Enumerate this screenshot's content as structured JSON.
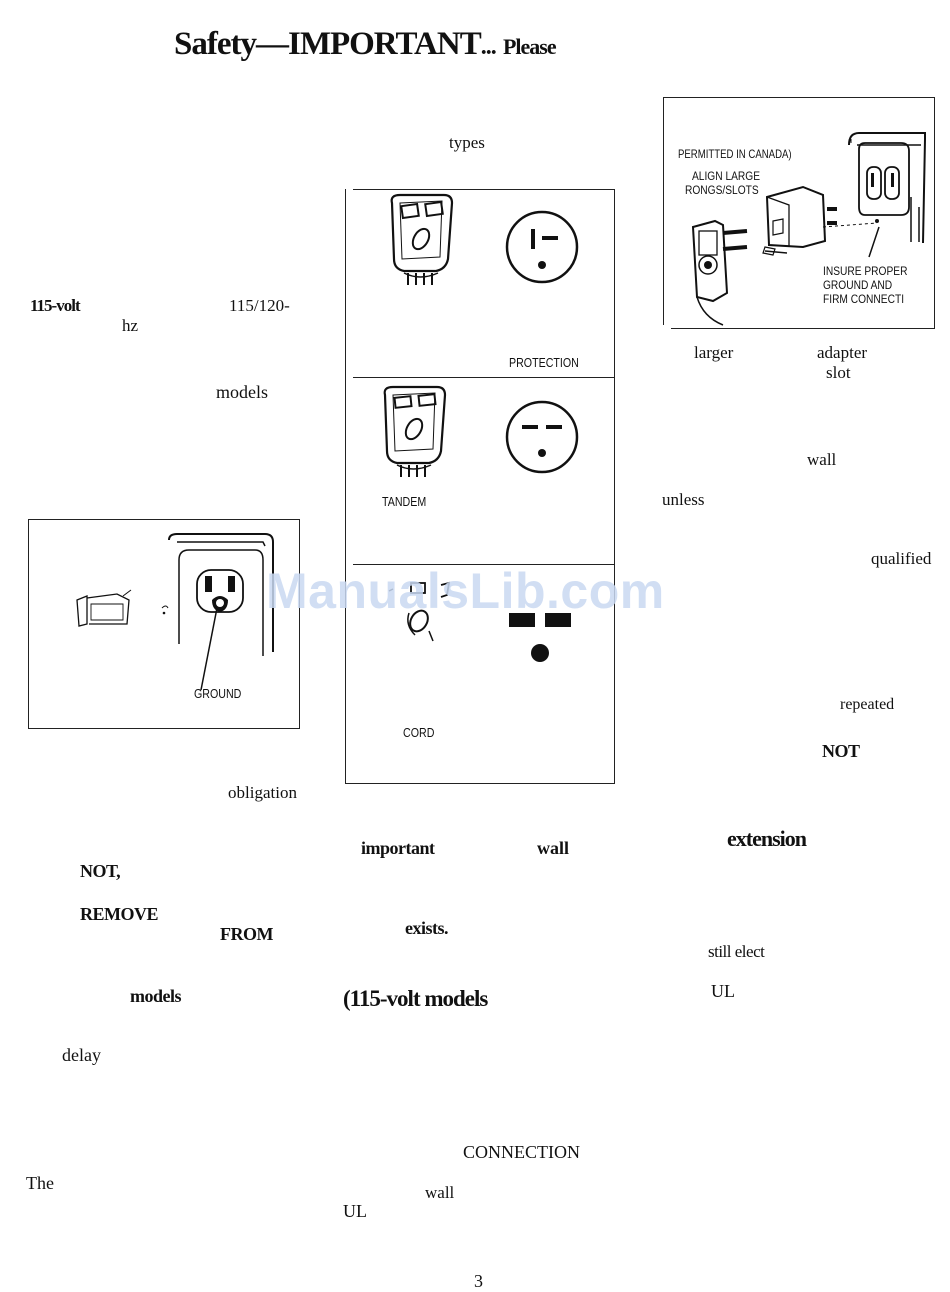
{
  "header": {
    "title_main": "Safety—IMPORTANT",
    "title_dots": "...",
    "title_tail": "Please"
  },
  "left_column": {
    "w1": "115-volt",
    "w2": "115/120-",
    "w3": "hz",
    "w4": "models",
    "fig_label": "GROUND",
    "w5": "obligation",
    "w6": "NOT,",
    "w7": "REMOVE",
    "w8": "FROM",
    "w9": "models",
    "w10": "delay",
    "w11": "The"
  },
  "middle_column": {
    "types": "types",
    "panel1_label": "PROTECTION",
    "panel2_label": "TANDEM",
    "panel3_label": "CORD",
    "w1": "important",
    "w2": "wall",
    "w3": "exists.",
    "heading": "(115-volt models",
    "connection": "CONNECTION",
    "w4": "wall",
    "w5": "UL"
  },
  "right_column": {
    "fig_permitted": "PERMITTED IN CANADA)",
    "fig_align_1": "ALIGN LARGE",
    "fig_align_2": "RONGS/SLOTS",
    "fig_insure_1": "INSURE PROPER",
    "fig_insure_2": "GROUND AND",
    "fig_insure_3": "FIRM CONNECTI",
    "w1": "larger",
    "w2": "adapter",
    "w3": "slot",
    "w4": "wall",
    "w5": "unless",
    "w6": "qualified",
    "w7": "repeated",
    "w8": "NOT",
    "heading": "extension",
    "w9": "still elect",
    "w10": "UL"
  },
  "watermark": "ManualsLib.com",
  "page_number": "3"
}
